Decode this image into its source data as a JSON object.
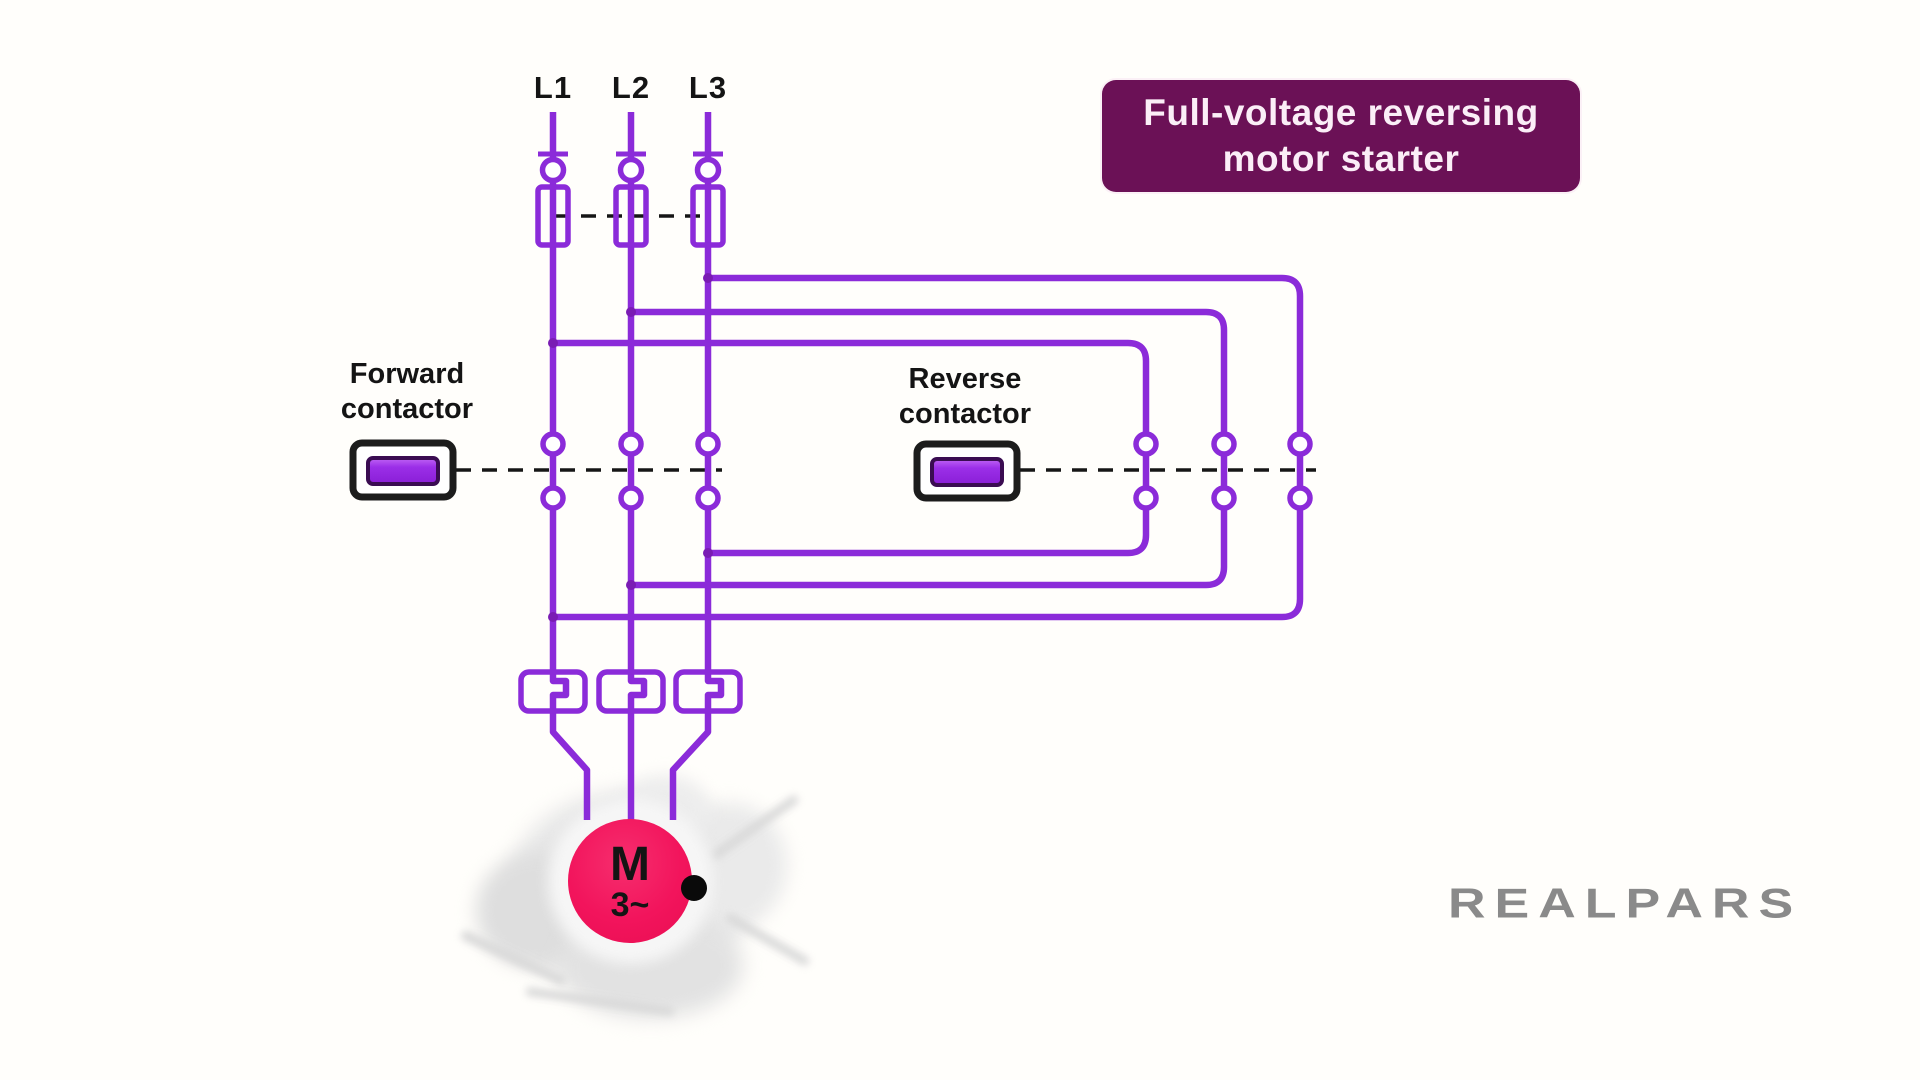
{
  "title_banner": {
    "line1": "Full-voltage reversing",
    "line2": "motor starter"
  },
  "phase_labels": {
    "l1": "L1",
    "l2": "L2",
    "l3": "L3"
  },
  "forward_contactor_label": {
    "line1": "Forward",
    "line2": "contactor"
  },
  "reverse_contactor_label": {
    "line1": "Reverse",
    "line2": "contactor"
  },
  "motor": {
    "letter": "M",
    "phase_text": "3~"
  },
  "brand": {
    "logo_text": "REALPARS"
  },
  "colors": {
    "background": "#fffefb",
    "wire_purple": "#8b2bd9",
    "junction_purple": "#7a1cb4",
    "coil_fill_purple": "#9b2fe8",
    "coil_highlight": "#c064f5",
    "outline_black": "#1c1c1c",
    "dashed_link_black": "#161616",
    "banner_background": "#6b1156",
    "banner_text": "#fbeef7",
    "motor_pink": "#f2145c",
    "label_text_black": "#141414",
    "logo_gray": "#8a8a8a",
    "smoke_gray": "#e4e4e4"
  }
}
